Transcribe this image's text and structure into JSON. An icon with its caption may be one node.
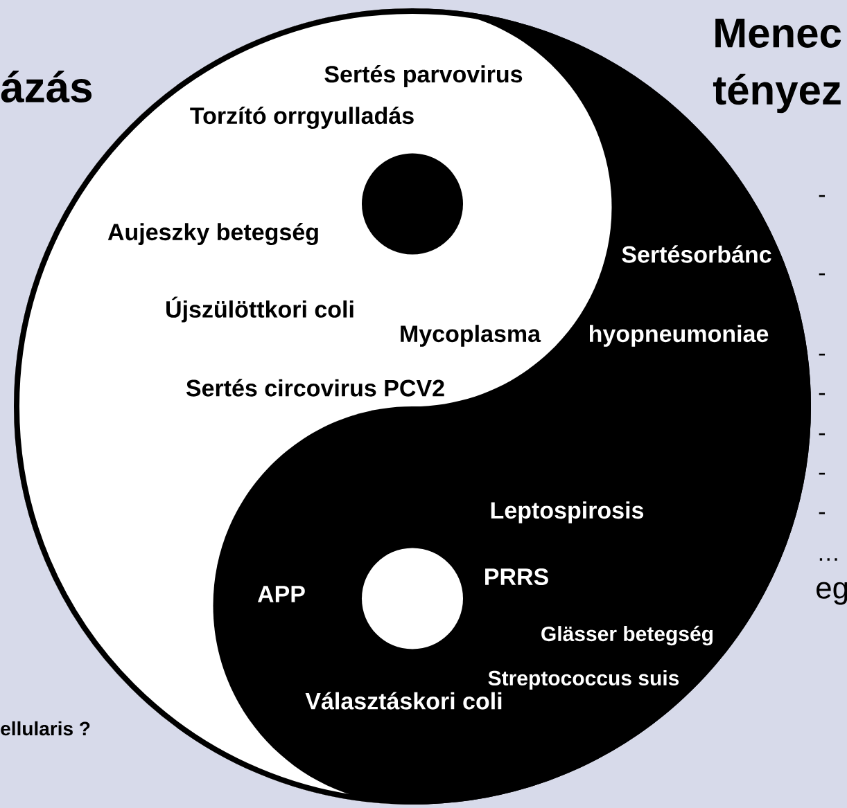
{
  "diagram": {
    "labels": [
      "ázás",
      "Sertés parvovirus",
      "Menec",
      "Torzító orrgyulladás",
      "tényez",
      "-",
      "Aujeszky betegség",
      "Sertésorbánc",
      "-",
      "Újszülöttkori coli",
      "Mycoplasma",
      "hyopneumoniae",
      "-",
      "Sertés circovirus PCV2",
      "-",
      "-",
      "-",
      "Leptospirosis",
      "-",
      "…",
      "PRRS",
      "APP",
      "eg",
      "Glässer betegség",
      "Streptococcus suis",
      "Választáskori coli",
      "ellularis ?"
    ]
  }
}
